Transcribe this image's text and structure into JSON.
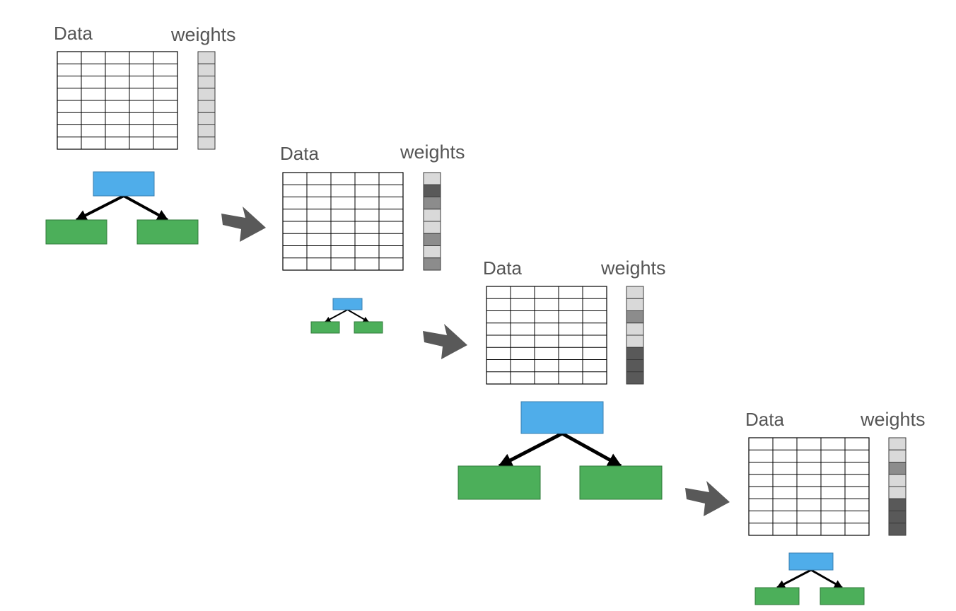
{
  "labels": {
    "data": "Data",
    "weights": "weights"
  },
  "colors": {
    "root_node": "#4FADEA",
    "leaf_node": "#4CAF5A",
    "arrow": "#595959",
    "grid_line": "#000000",
    "weight_light": "#D9D9D9",
    "weight_medium": "#8C8C8C",
    "weight_dark": "#595959"
  },
  "stages": [
    {
      "data_label": "Data",
      "weights_label": "weights",
      "weights": [
        "light",
        "light",
        "light",
        "light",
        "light",
        "light",
        "light",
        "light"
      ]
    },
    {
      "data_label": "Data",
      "weights_label": "weights",
      "weights": [
        "light",
        "dark",
        "medium",
        "light",
        "light",
        "medium",
        "light",
        "medium"
      ]
    },
    {
      "data_label": "Data",
      "weights_label": "weights",
      "weights": [
        "light",
        "light",
        "medium",
        "light",
        "light",
        "dark",
        "dark",
        "dark"
      ]
    },
    {
      "data_label": "Data",
      "weights_label": "weights",
      "weights": [
        "light",
        "light",
        "medium",
        "light",
        "light",
        "dark",
        "dark",
        "dark"
      ]
    }
  ]
}
